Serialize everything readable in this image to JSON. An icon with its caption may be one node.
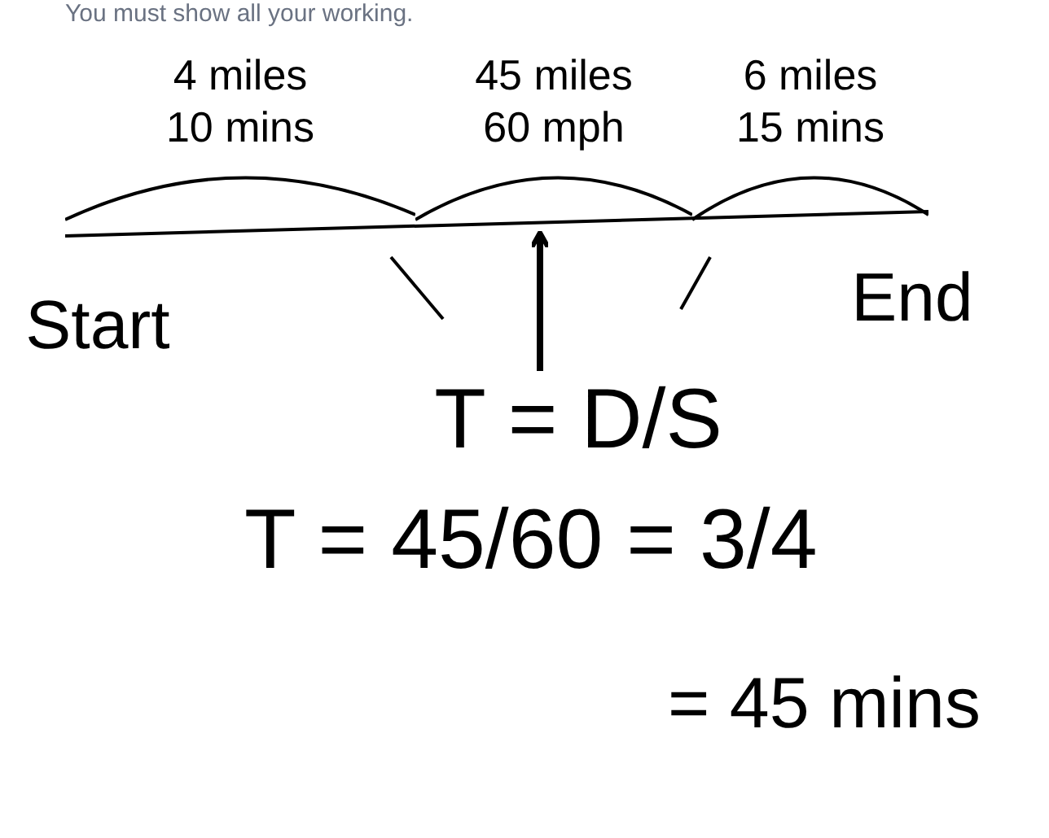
{
  "diagram": {
    "title": "You must show all your working.",
    "nodes": [
      {
        "text": [
          "4 miles",
          "10 mins"
        ]
      },
      {
        "text": [
          "45 miles",
          "60 mph"
        ]
      },
      {
        "text": [
          "6 miles",
          "15 mins"
        ]
      },
      {
        "text": [
          "Start"
        ]
      },
      {
        "text": [
          "End"
        ]
      },
      {
        "text": [
          "T = D/S"
        ]
      }
    ],
    "edges": [
      {
        "from": 5,
        "to": 1,
        "arrow": "to"
      }
    ],
    "labels": [
      "T = 45/60 = 3/4",
      "= 45 mins"
    ]
  }
}
